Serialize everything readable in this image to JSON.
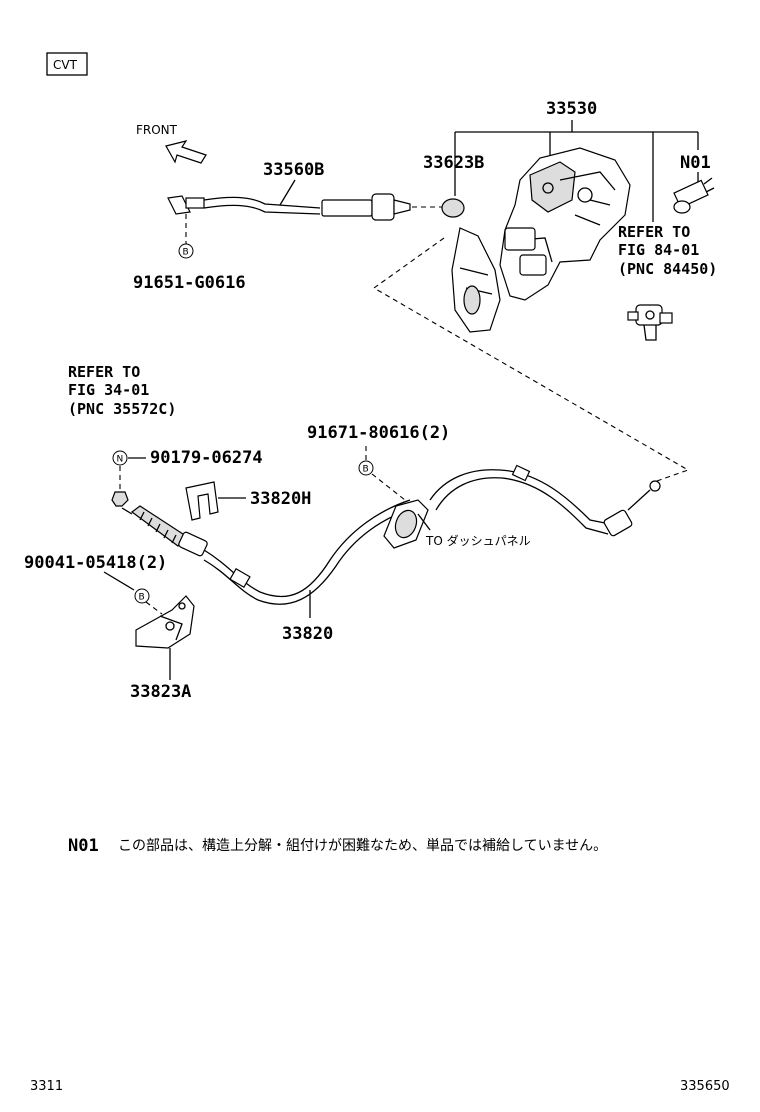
{
  "variant_box": "CVT",
  "front_label": "FRONT",
  "parts": {
    "p33530": "33530",
    "p33560B": "33560B",
    "p33623B": "33623B",
    "n01": "N01",
    "p91651": "91651-G0616",
    "p91671": "91671-80616(2)",
    "p90179": "90179-06274",
    "p33820H": "33820H",
    "p90041": "90041-05418(2)",
    "p33820": "33820",
    "p33823A": "33823A"
  },
  "refer_right": [
    "REFER TO",
    "FIG 84-01",
    "(PNC 84450)"
  ],
  "refer_left": [
    "REFER TO",
    "FIG 34-01",
    "(PNC 35572C)"
  ],
  "badges": {
    "b": "B",
    "n": "N"
  },
  "dash_panel_note": "TO ダッシュパネル",
  "footnote": {
    "code": "N01",
    "text": "この部品は、構造上分解・組付けが困難なため、単品では補給していません。"
  },
  "footer_left": "3311",
  "footer_right": "335650"
}
